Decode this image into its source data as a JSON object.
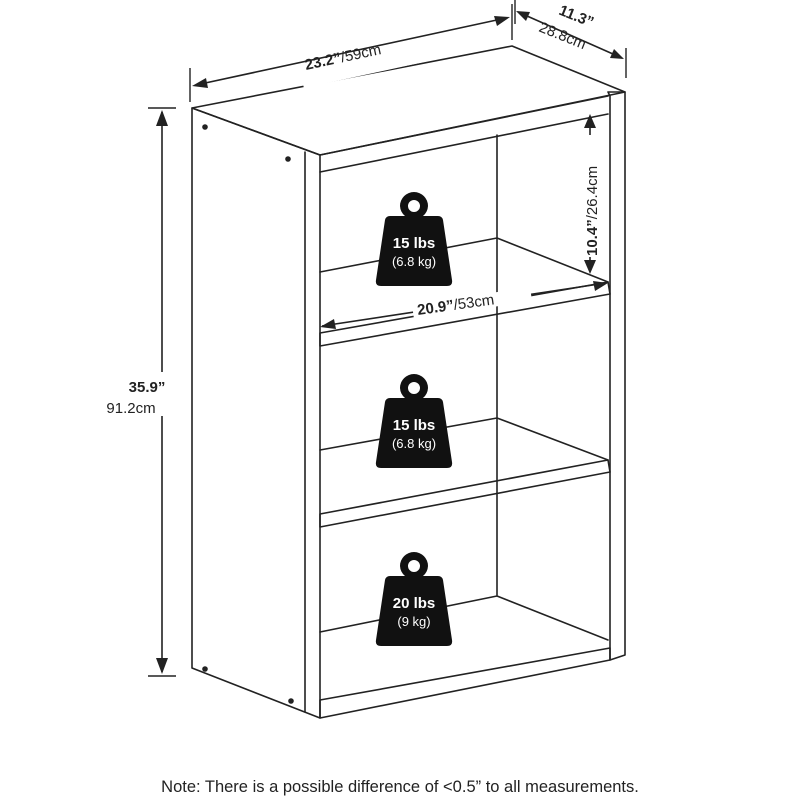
{
  "dimensions": {
    "width": {
      "imperial": "23.2”",
      "metric": "59cm"
    },
    "depth": {
      "imperial": "11.3”",
      "metric": "28.8cm"
    },
    "height": {
      "imperial": "35.9”",
      "metric": "91.2cm"
    },
    "shelf_height": {
      "imperial": "10.4”",
      "metric": "26.4cm"
    },
    "inner_width": {
      "imperial": "20.9”",
      "metric": "53cm"
    }
  },
  "weight_limits": [
    {
      "shelf": "top",
      "imperial": "15 lbs",
      "metric": "(6.8 kg)"
    },
    {
      "shelf": "middle",
      "imperial": "15 lbs",
      "metric": "(6.8 kg)"
    },
    {
      "shelf": "bottom",
      "imperial": "20 lbs",
      "metric": "(9 kg)"
    }
  ],
  "separator": "/",
  "note": "Note: There is a possible difference of <0.5” to all measurements."
}
